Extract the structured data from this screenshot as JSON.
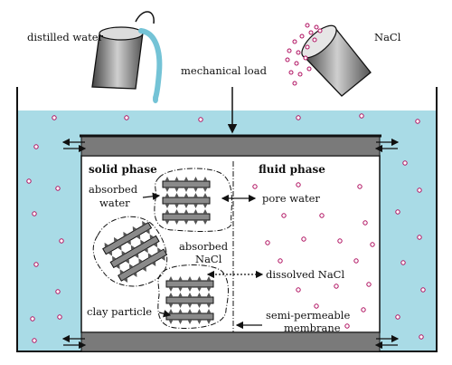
{
  "labels": {
    "distilled_water": "distilled water",
    "nacl": "NaCl",
    "mechanical_load": "mechanical load",
    "solid_phase": "solid phase",
    "fluid_phase": "fluid phase",
    "absorbed_water_1": "absorbed",
    "absorbed_water_2": "water",
    "pore_water": "pore water",
    "absorbed_nacl_1": "absorbed",
    "absorbed_nacl_2": "NaCl",
    "dissolved_nacl": "dissolved NaCl",
    "clay_particle": "clay particle",
    "membrane_1": "semi-permeable",
    "membrane_2": "membrane"
  },
  "colors": {
    "water": "#a9dbe6",
    "water_stream": "#74c3d6",
    "porous_plate": "#7a7a7a",
    "clay": "#8a8a8a",
    "ion_stroke": "#b01060",
    "outline": "#111111"
  }
}
